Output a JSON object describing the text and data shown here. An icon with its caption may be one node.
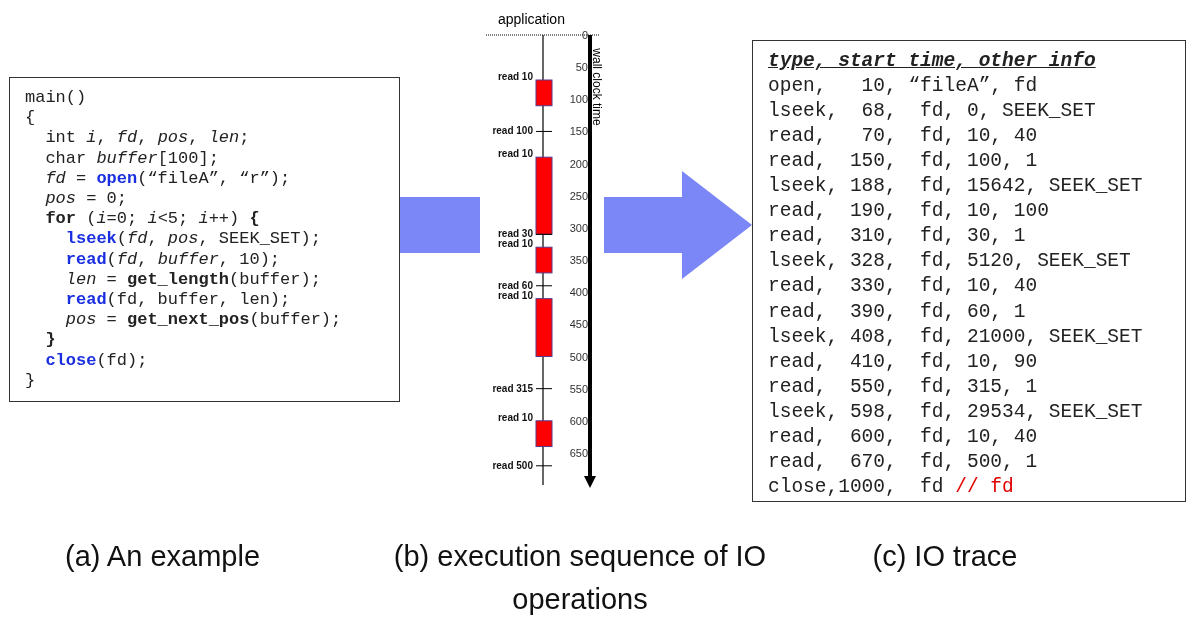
{
  "diagram": {
    "nodes": [
      {
        "text": [
          "main()",
          "{",
          "int *i*, *fd*, *pos*, *len*;",
          "char *buffer*[100];",
          "*fd* = **open**(“fileA”, “r”);",
          "*pos* = 0;",
          "**for** (*i*=0; *i*<5; *i*++) **{**",
          "**lseek**(*fd*, *pos*, SEEK_SET);",
          "**read**(*fd*, *buffer*, 10);",
          "*len* = **get_length**(buffer);",
          "**read**(fd, buffer, len);",
          "*pos* = **get_next_pos**(buffer);",
          "**}**",
          "**close**(fd);",
          "}"
        ]
      },
      {
        "text": [
          "application"
        ]
      },
      {
        "text": [
          "type, start time, other info",
          "open,   10, “fileA”, fd",
          "lseek,  68,  fd, 0, SEEK_SET",
          "read,   70,  fd, 10, 40",
          "read,  150,  fd, 100, 1",
          "lseek, 188,  fd, 15642, SEEK_SET",
          "read,  190,  fd, 10, 100",
          "read,  310,  fd, 30, 1",
          "lseek, 328,  fd, 5120, SEEK_SET",
          "read,  330,  fd, 10, 40",
          "read,  390,  fd, 60, 1",
          "lseek, 408,  fd, 21000, SEEK_SET",
          "read,  410,  fd, 10, 90",
          "read,  550,  fd, 315, 1",
          "lseek, 598,  fd, 29534, SEEK_SET",
          "read,  600,  fd, 10, 40",
          "read,  670,  fd, 500, 1",
          "close,1000,  fd",
          "// fd"
        ]
      }
    ],
    "edges": [
      {
        "from": 0,
        "to": 1,
        "arrow": "none"
      },
      {
        "from": 1,
        "to": 2,
        "arrow": "to"
      }
    ],
    "labels": [
      "wall clock time",
      "0",
      "50",
      "100",
      "150",
      "200",
      "250",
      "300",
      "350",
      "400",
      "450",
      "500",
      "550",
      "600",
      "650",
      "read 10",
      "read 100",
      "read 10",
      "read 30",
      "read 10",
      "read 60",
      "read 10",
      "read 315",
      "read 10",
      "read 500",
      "(a) An example",
      "(b) execution sequence of IO operations",
      "(c) IO trace"
    ]
  }
}
